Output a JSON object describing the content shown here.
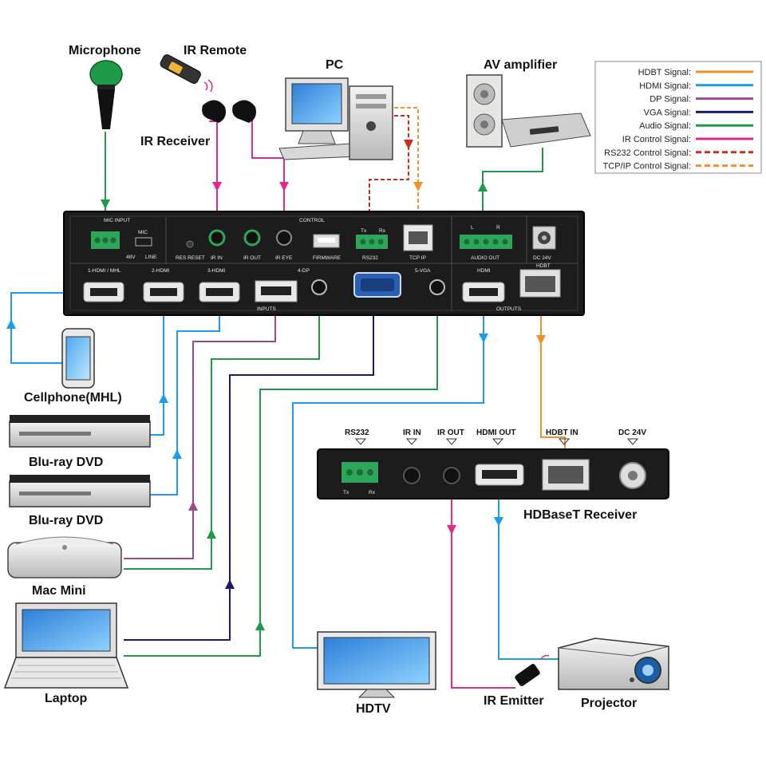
{
  "devices": {
    "microphone": "Microphone",
    "ir_remote": "IR Remote",
    "ir_receiver": "IR Receiver",
    "pc": "PC",
    "av_amplifier": "AV amplifier",
    "cellphone": "Cellphone(MHL)",
    "bluray1": "Blu-ray  DVD",
    "bluray2": "Blu-ray  DVD",
    "mac_mini": "Mac Mini",
    "laptop": "Laptop",
    "hdtv": "HDTV",
    "hdbaset_receiver": "HDBaseT Receiver",
    "ir_emitter": "IR Emitter",
    "projector": "Projector"
  },
  "switcher": {
    "mic_input": "MIC INPUT",
    "control": "CONTROL",
    "mic": "MIC",
    "mic_48v": "48V",
    "mic_line": "LINE",
    "res_reset": "RES RESET",
    "ir_in": "IR IN",
    "ir_out": "IR OUT",
    "ir_eye": "IR EYE",
    "firmware": "FIRMWARE",
    "rs232": "RS232",
    "tcpip": "TCP IP",
    "audio_out": "AUDIO OUT",
    "dc24v": "DC 24V",
    "hdbt": "HDBT",
    "in1": "1-HDMI / MHL",
    "in2": "2-HDMI",
    "in3": "3-HDMI",
    "in4": "4-DP",
    "in5": "5-VGA",
    "hdmi": "HDMI",
    "inputs": "INPUTS",
    "outputs": "OUTPUTS",
    "tx": "Tx",
    "rx": "Rx",
    "l": "L",
    "r": "R"
  },
  "receiver": {
    "rs232": "RS232",
    "ir_in": "IR IN",
    "ir_out": "IR OUT",
    "hdmi_out": "HDMI OUT",
    "hdbt_in": "HDBT IN",
    "dc24v": "DC 24V",
    "tx": "Tx",
    "rx": "Rx"
  },
  "legend": [
    {
      "label": "HDBT Signal:",
      "color": "#f4902b",
      "style": "solid"
    },
    {
      "label": "HDMI Signal:",
      "color": "#1d9ce8",
      "style": "solid"
    },
    {
      "label": "DP Signal:",
      "color": "#9a4b87",
      "style": "solid"
    },
    {
      "label": "VGA Signal:",
      "color": "#1b1b6b",
      "style": "solid"
    },
    {
      "label": "Audio Signal:",
      "color": "#1f9a48",
      "style": "solid"
    },
    {
      "label": "IR  Control Signal:",
      "color": "#e02a8a",
      "style": "solid"
    },
    {
      "label": "RS232  Control Signal:",
      "color": "#d22a1f",
      "style": "dashed"
    },
    {
      "label": "TCP/IP Control Signal:",
      "color": "#f4902b",
      "style": "dashed"
    }
  ],
  "colors": {
    "hdbt": "#f4902b",
    "hdmi": "#1d9ce8",
    "dp": "#9a4b87",
    "vga": "#1b1b6b",
    "audio": "#1f9a48",
    "ir": "#e02a8a",
    "rs232": "#d22a1f",
    "panel": "#1c1c1c",
    "terminal": "#2ea65a"
  }
}
